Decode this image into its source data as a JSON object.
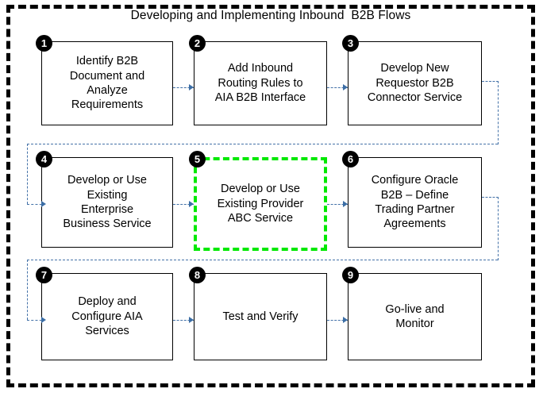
{
  "diagram": {
    "title": "Developing and Implementing Inbound  B2B Flows",
    "outer_border_color": "#000000",
    "connector_color": "#4472a8",
    "highlight_color": "#00e800",
    "box_border_color": "#000000",
    "badge_color": "#000000",
    "badge_text_color": "#ffffff"
  },
  "steps": [
    {
      "number": "1",
      "label": "Identify B2B\nDocument and\nAnalyze\nRequirements",
      "highlighted": false
    },
    {
      "number": "2",
      "label": "Add Inbound\nRouting Rules to\nAIA B2B Interface",
      "highlighted": false
    },
    {
      "number": "3",
      "label": "Develop New\nRequestor B2B\nConnector Service",
      "highlighted": false
    },
    {
      "number": "4",
      "label": "Develop or Use\nExisting\nEnterprise\nBusiness Service",
      "highlighted": false
    },
    {
      "number": "5",
      "label": "Develop or Use\nExisting Provider\nABC Service",
      "highlighted": true
    },
    {
      "number": "6",
      "label": "Configure Oracle\nB2B – Define\nTrading Partner\nAgreements",
      "highlighted": false
    },
    {
      "number": "7",
      "label": "Deploy and\nConfigure AIA\nServices",
      "highlighted": false
    },
    {
      "number": "8",
      "label": "Test and Verify",
      "highlighted": false
    },
    {
      "number": "9",
      "label": "Go-live and\nMonitor",
      "highlighted": false
    }
  ]
}
